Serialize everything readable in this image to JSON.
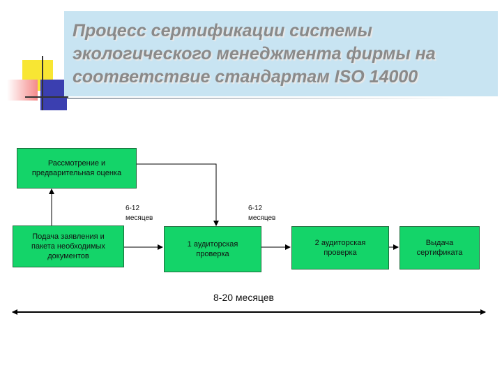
{
  "header": {
    "title_line1": "Процесс сертификации системы",
    "title_line2": "экологического менеджмента фирмы на",
    "title_line3": "соответствие стандартам ISO 14000"
  },
  "diagram": {
    "review_box": {
      "line1": "Рассмотрение и",
      "line2": "предварительная оценка"
    },
    "apply_box": {
      "line1": "Подача заявления и",
      "line2": "пакета необходимых",
      "line3": "документов"
    },
    "audit1_box": {
      "line1": "1 аудиторская",
      "line2": "проверка"
    },
    "audit2_box": {
      "line1": "2 аудиторская",
      "line2": "проверка"
    },
    "issue_box": {
      "line1": "Выдача",
      "line2": "сертификата"
    },
    "duration_label_1": {
      "line1": "6-12",
      "line2": "месяцев"
    },
    "duration_label_2": {
      "line1": "6-12",
      "line2": "месяцев"
    },
    "total_duration": "8-20 месяцев"
  },
  "colors": {
    "box_fill": "#14d469",
    "title_band": "#c8e4f2",
    "title_text": "#8a8a8a"
  }
}
